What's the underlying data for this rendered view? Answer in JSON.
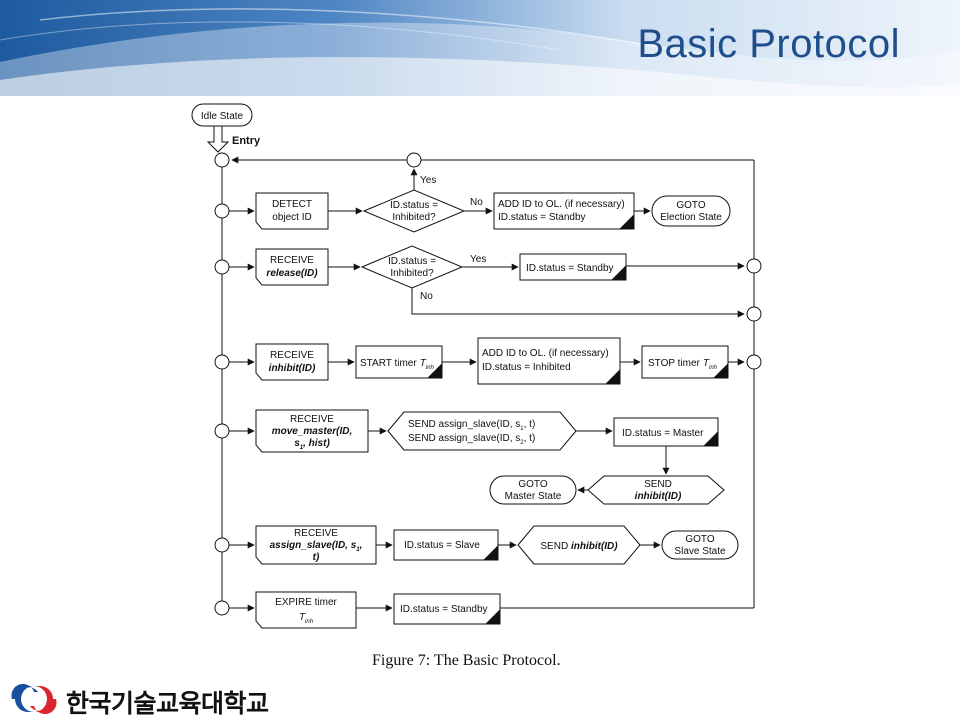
{
  "slide": {
    "title": "Basic Protocol"
  },
  "figure": {
    "caption": "Figure 7:  The Basic Protocol.",
    "start": "Idle State",
    "entry": "Entry",
    "rows": [
      {
        "input": [
          "DETECT",
          "object ID"
        ],
        "decision": [
          "ID.status =",
          "Inhibited?"
        ],
        "decision_yes": "Yes",
        "decision_no": "No",
        "action": [
          "ADD ID to OL. (if necessary)",
          "ID.status = Standby"
        ],
        "goto": [
          "GOTO",
          "Election State"
        ]
      },
      {
        "input": [
          "RECEIVE",
          "release(ID)"
        ],
        "decision": [
          "ID.status =",
          "Inhibited?"
        ],
        "decision_yes": "Yes",
        "decision_no": "No",
        "action": [
          "ID.status = Standby"
        ]
      },
      {
        "input": [
          "RECEIVE",
          "inhibit(ID)"
        ],
        "start_timer": [
          "START timer",
          "T",
          "inh"
        ],
        "action": [
          "ADD ID to OL. (if necessary)",
          "ID.status = Inhibited"
        ],
        "stop_timer": [
          "STOP timer",
          "T",
          "inh"
        ]
      },
      {
        "input": [
          "RECEIVE",
          "move_master(ID,",
          "s",
          "1",
          ", hist)"
        ],
        "send": [
          "SEND assign_slave(ID, s",
          "1",
          ", t)",
          "SEND assign_slave(ID, s",
          "2",
          ", t)"
        ],
        "action": [
          "ID.status = Master"
        ],
        "send2": [
          "SEND",
          "inhibit(ID)"
        ],
        "goto": [
          "GOTO",
          "Master State"
        ]
      },
      {
        "input": [
          "RECEIVE",
          "assign_slave(ID, s",
          "1",
          ",",
          "t)"
        ],
        "action": [
          "ID.status = Slave"
        ],
        "send": [
          "SEND ",
          "inhibit(ID)"
        ],
        "goto": [
          "GOTO",
          "Slave State"
        ]
      },
      {
        "input": [
          "EXPIRE timer",
          "T",
          "inh"
        ],
        "action": [
          "ID.status = Standby"
        ]
      }
    ]
  },
  "footer": {
    "institution": "한국기술교육대학교"
  },
  "colors": {
    "title": "#1f4e8c",
    "header_dark": "#1d5a9e",
    "header_light": "#dbe9f6",
    "logo_blue": "#1a4f9c",
    "logo_red": "#d9262c",
    "line": "#111111"
  }
}
